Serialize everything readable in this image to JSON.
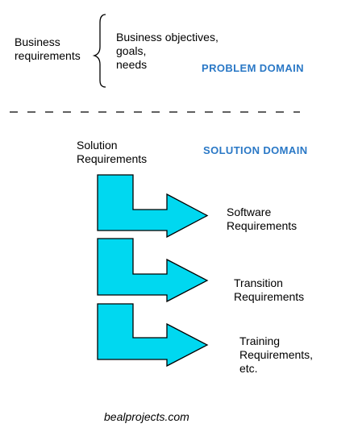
{
  "business": {
    "label": "Business\nrequirements",
    "details": "Business  objectives,\ngoals,\nneeds"
  },
  "domains": {
    "problem": "PROBLEM  DOMAIN",
    "solution": "SOLUTION  DOMAIN"
  },
  "solution_requirements": "Solution\nRequirements",
  "outputs": [
    {
      "label": "Software\nRequirements"
    },
    {
      "label": "Transition\nRequirements"
    },
    {
      "label": "Training\nRequirements,\netc."
    }
  ],
  "footer": "bealprojects.com",
  "colors": {
    "arrow_fill": "#00D8F0",
    "arrow_stroke": "#000000",
    "domain_text": "#2A78C6",
    "divider": "#000000"
  }
}
